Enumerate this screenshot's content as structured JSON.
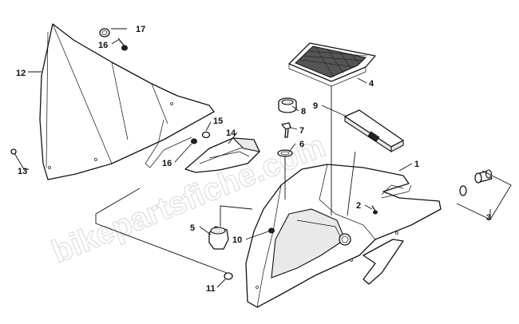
{
  "watermark": "bikepartsfiche.com",
  "callouts": {
    "c1": "1",
    "c2": "2",
    "c3": "3",
    "c4": "4",
    "c5": "5",
    "c6": "6",
    "c7": "7",
    "c8": "8",
    "c9": "9",
    "c10": "10",
    "c11": "11",
    "c12": "12",
    "c13": "13",
    "c14": "14",
    "c15": "15",
    "c16a": "16",
    "c16b": "16",
    "c17": "17"
  },
  "colors": {
    "line": "#111111",
    "background": "#ffffff",
    "watermark": "#b8b8b8"
  }
}
